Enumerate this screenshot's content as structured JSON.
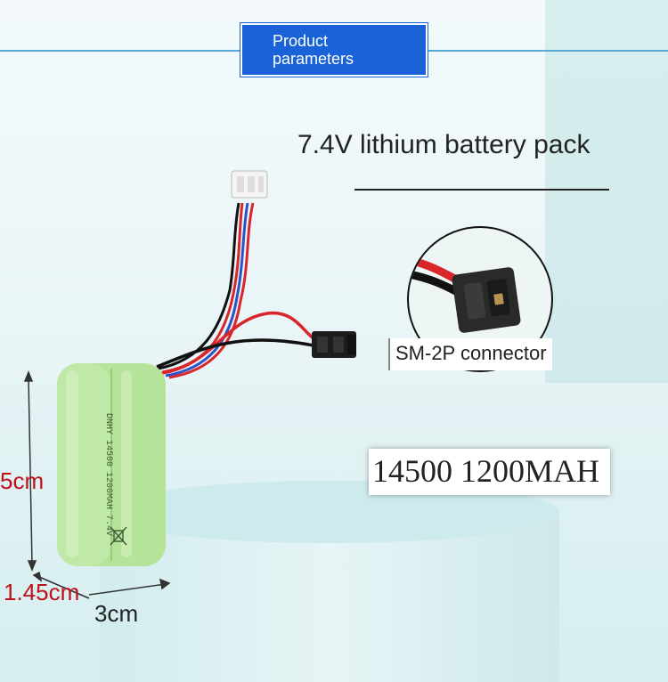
{
  "header": {
    "line1": "Product",
    "line2": "parameters"
  },
  "title": "7.4V lithium battery pack",
  "connector_label": "SM-2P connector",
  "capacity_label": "14500 1200MAH",
  "battery_print": "DNHY 14500 1200MAH 7.4V",
  "dimensions": {
    "height": "5cm",
    "depth": "1.45cm",
    "width": "3cm"
  },
  "icons": [
    "recycle-bin-icon"
  ],
  "colors": {
    "header_bg": "#1a62d8",
    "battery_green": "#b6e39a",
    "dimension_red": "#c0101a",
    "wire_red": "#d8262a",
    "wire_blue": "#2a55c8"
  }
}
